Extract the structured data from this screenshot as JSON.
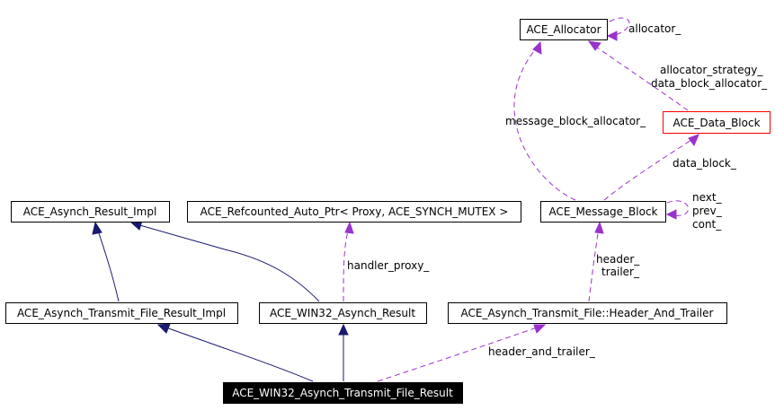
{
  "diagram": {
    "colors": {
      "inheritance_edge": "#191970",
      "usage_edge": "#9a32cd",
      "highlight_border": "#ff0000",
      "focus_fill": "#000000"
    },
    "nodes": {
      "ace_allocator": "ACE_Allocator",
      "ace_data_block": "ACE_Data_Block",
      "ace_asynch_result_impl": "ACE_Asynch_Result_Impl",
      "ace_refcounted_auto_ptr": "ACE_Refcounted_Auto_Ptr< Proxy, ACE_SYNCH_MUTEX >",
      "ace_message_block": "ACE_Message_Block",
      "ace_asynch_transmit_file_result_impl": "ACE_Asynch_Transmit_File_Result_Impl",
      "ace_win32_asynch_result": "ACE_WIN32_Asynch_Result",
      "ace_header_and_trailer": "ACE_Asynch_Transmit_File::Header_And_Trailer",
      "ace_win32_asynch_transmit_file_result": "ACE_WIN32_Asynch_Transmit_File_Result"
    },
    "edge_labels": {
      "allocator": "allocator_",
      "allocator_strategy": "allocator_strategy_",
      "data_block_allocator": "data_block_allocator_",
      "message_block_allocator": "message_block_allocator_",
      "data_block": "data_block_",
      "next": "next_",
      "prev": "prev_",
      "cont": "cont_",
      "handler_proxy": "handler_proxy_",
      "header": "header_",
      "trailer": "trailer_",
      "header_and_trailer": "header_and_trailer_"
    }
  }
}
